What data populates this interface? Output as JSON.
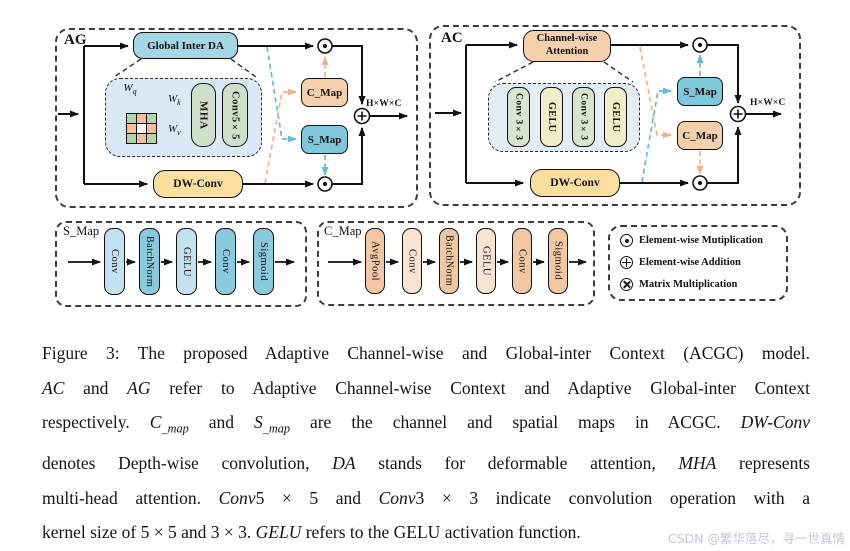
{
  "figure": {
    "ag_block": {
      "title": "AG",
      "global_inter_da": "Global Inter DA",
      "w_q": {
        "base": "W",
        "sub": "q"
      },
      "w_k": {
        "base": "W",
        "sub": "k"
      },
      "w_v": {
        "base": "W",
        "sub": "v"
      },
      "mha": "MHA",
      "conv5x5": "Conv5×5",
      "dw_conv": "DW-Conv",
      "c_map": "C_Map",
      "s_map": "S_Map",
      "output_dims": "H×W×C"
    },
    "ac_block": {
      "title": "AC",
      "attention_line1": "Channel-wise",
      "attention_line2": "Attention",
      "conv3x3_1": "Conv 3×3",
      "gelu_1": "GELU",
      "conv3x3_2": "Conv 3×3",
      "gelu_2": "GELU",
      "dw_conv": "DW-Conv",
      "s_map": "S_Map",
      "c_map": "C_Map",
      "output_dims": "H×W×C"
    },
    "s_map_detail": {
      "title": "S_Map",
      "stages": [
        "Conv",
        "BatchNorm",
        "GELU",
        "Conv",
        "Sigmoid"
      ]
    },
    "c_map_detail": {
      "title": "C_Map",
      "stages": [
        "AvgPool",
        "Conv",
        "BatchNorm",
        "GELU",
        "Conv",
        "Sigmoid"
      ]
    },
    "legend": {
      "items": [
        {
          "icon": "circled-dot",
          "label": "Element-wise Mutiplication"
        },
        {
          "icon": "circled-plus",
          "label": "Element-wise Addition"
        },
        {
          "icon": "circled-times",
          "label": "Matrix Multiplication"
        }
      ]
    }
  },
  "caption": {
    "lines": [
      [
        {
          "t": "Figure 3: The proposed Adaptive Channel-wise and Global-inter Context (ACGC) model."
        }
      ],
      [
        {
          "t": "AC",
          "f": "i"
        },
        {
          "t": " and "
        },
        {
          "t": "AG",
          "f": "i"
        },
        {
          "t": " refer to Adaptive Channel-wise Context and Adaptive Global-inter Context"
        }
      ],
      [
        {
          "t": "respectively.  "
        },
        {
          "t": "C",
          "f": "i"
        },
        {
          "t": "_map",
          "f": "sub"
        },
        {
          "t": " and "
        },
        {
          "t": "S",
          "f": "i"
        },
        {
          "t": "_map",
          "f": "sub"
        },
        {
          "t": " are the channel and spatial maps in ACGC. "
        },
        {
          "t": "DW-Conv",
          "f": "i"
        }
      ],
      [
        {
          "t": "denotes Depth-wise convolution, "
        },
        {
          "t": "DA",
          "f": "i"
        },
        {
          "t": " stands for deformable attention, "
        },
        {
          "t": "MHA",
          "f": "i"
        },
        {
          "t": " represents"
        }
      ],
      [
        {
          "t": "multi-head attention.  "
        },
        {
          "t": "Conv",
          "f": "i"
        },
        {
          "t": "5 × 5 and "
        },
        {
          "t": "Conv",
          "f": "i"
        },
        {
          "t": "3 × 3 indicate convolution operation with a"
        }
      ],
      [
        {
          "t": "kernel size of 5 × 5 and 3 × 3. "
        },
        {
          "t": "GELU",
          "f": "i"
        },
        {
          "t": " refers to the GELU activation function."
        }
      ]
    ]
  },
  "watermark": "CSDN @繁华落尽，寻一世真情",
  "colors": {
    "teal_box": "#7fc7db",
    "teal_light": "#a3d7e6",
    "peach_box": "#f6cfac",
    "peach_light": "#fae3d1",
    "yellow_box": "#fcdf9e",
    "green_pill": "#cfe0ca",
    "pale_yellow_pill": "#f2ecc7",
    "inner_bg": "#dbe8f6",
    "dashed_blue": "#5fbcda",
    "dashed_peach": "#f2b286"
  }
}
